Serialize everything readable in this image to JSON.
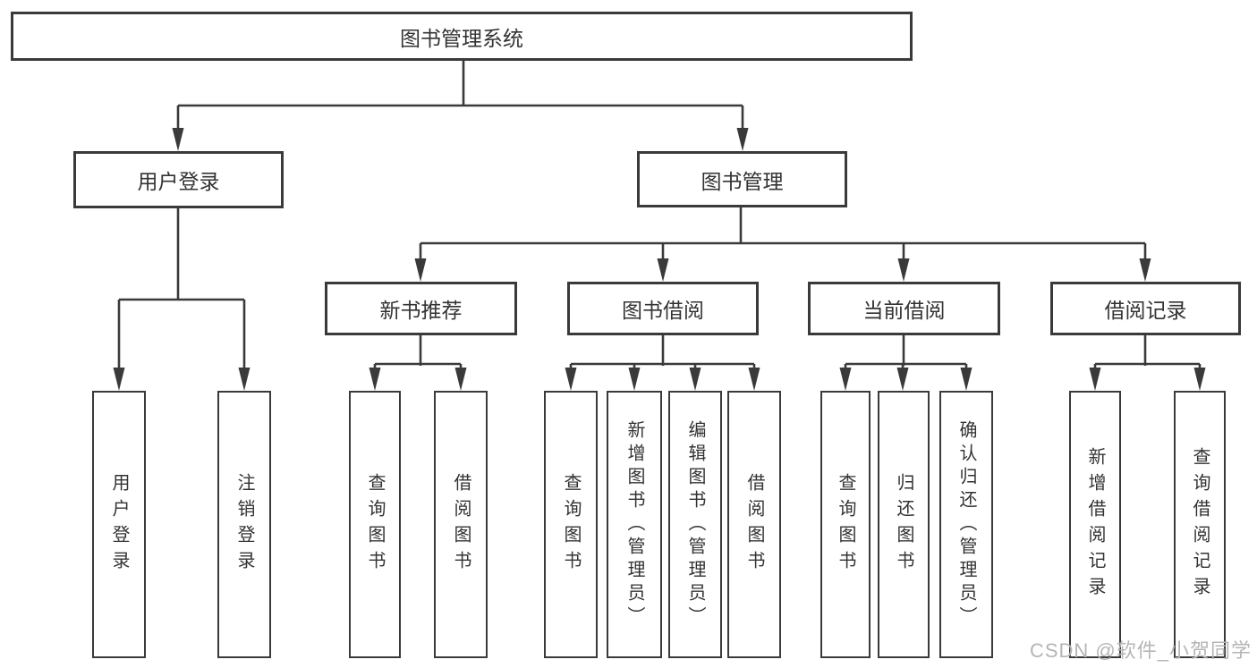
{
  "diagram": {
    "root": {
      "label": "图书管理系统"
    },
    "level2": [
      {
        "label": "用户登录"
      },
      {
        "label": "图书管理"
      }
    ],
    "level3": [
      {
        "label": "新书推荐"
      },
      {
        "label": "图书借阅"
      },
      {
        "label": "当前借阅"
      },
      {
        "label": "借阅记录"
      }
    ],
    "leaves": [
      {
        "label": "用户登录",
        "parent": "用户登录"
      },
      {
        "label": "注销登录",
        "parent": "用户登录"
      },
      {
        "label": "查询图书",
        "parent": "新书推荐"
      },
      {
        "label": "借阅图书",
        "parent": "新书推荐"
      },
      {
        "label": "查询图书",
        "parent": "图书借阅"
      },
      {
        "label": "新增图书（管理员）",
        "parent": "图书借阅"
      },
      {
        "label": "编辑图书（管理员）",
        "parent": "图书借阅"
      },
      {
        "label": "借阅图书",
        "parent": "图书借阅"
      },
      {
        "label": "查询图书",
        "parent": "当前借阅"
      },
      {
        "label": "归还图书",
        "parent": "当前借阅"
      },
      {
        "label": "确认归还（管理员）",
        "parent": "当前借阅"
      },
      {
        "label": "新增借阅记录",
        "parent": "借阅记录"
      },
      {
        "label": "查询借阅记录",
        "parent": "借阅记录"
      }
    ]
  },
  "watermark": {
    "text": "CSDN @软件_小贺同学"
  },
  "colors": {
    "line": "#3a3a3a",
    "text": "#333333",
    "box-bg": "#ffffff",
    "watermark": "#b5b5b5",
    "background": "#ffffff"
  }
}
